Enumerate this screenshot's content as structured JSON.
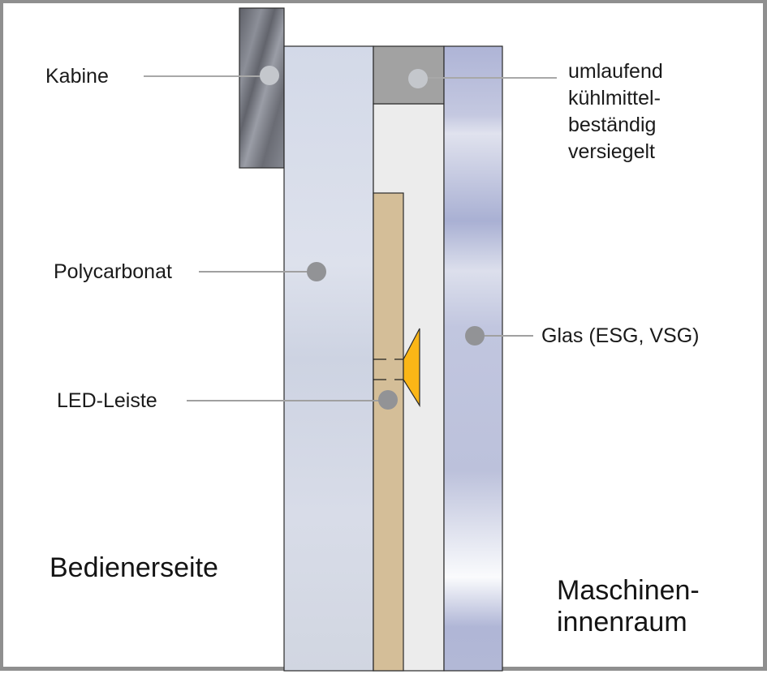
{
  "diagram": {
    "title": "Sichtscheiben-Aufbau (Querschnitt)",
    "colors": {
      "frame_border": "#8f8f8f",
      "kabine": "#6e7079",
      "polycarbonat": "#d6dbe8",
      "seal": "#a2a2a2",
      "cavity": "#ececec",
      "led_strip": "#d4be98",
      "led_light": "#fbb616",
      "glas": "#b4bad8",
      "leader_line": "#a0a0a0",
      "marker_light": "#c4c7cc",
      "marker_dark": "#929396"
    },
    "labels": {
      "kabine": "Kabine",
      "polycarbonat": "Polycarbonat",
      "led_leiste": "LED-Leiste",
      "seal": [
        "umlaufend",
        "kühlmittel-",
        "beständig",
        "versiegelt"
      ],
      "glas": "Glas (ESG, VSG)"
    },
    "sides": {
      "operator": "Bedienerseite",
      "machine": [
        "Maschinen-",
        "innenraum"
      ]
    }
  }
}
